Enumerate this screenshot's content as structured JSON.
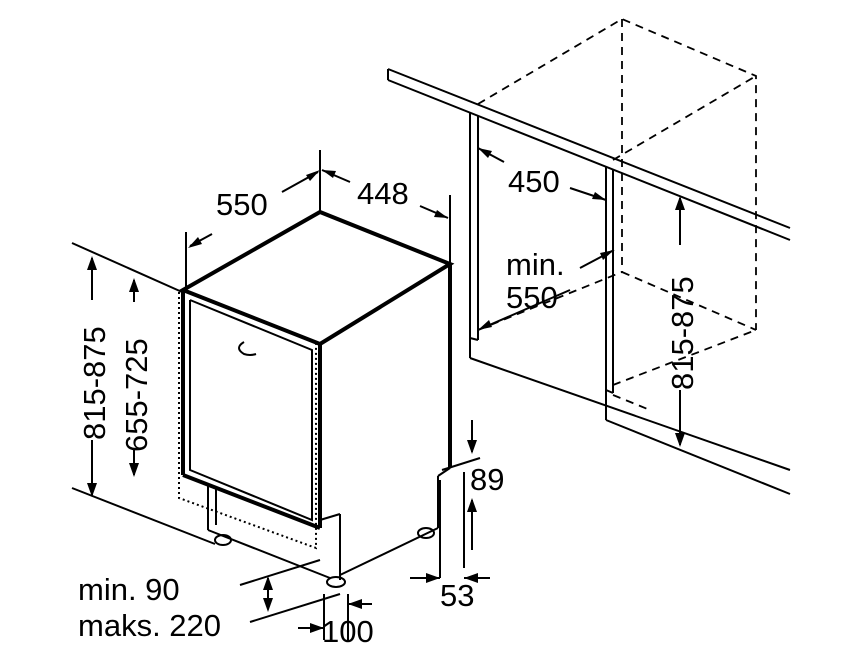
{
  "labels": {
    "depth_550": "550",
    "width_448": "448",
    "niche_width_450": "450",
    "niche_depth_min": "min.",
    "niche_depth_550": "550",
    "height_815_875_left": "815-875",
    "height_655_725": "655-725",
    "height_815_875_right": "815-875",
    "dim_89": "89",
    "dim_53": "53",
    "plinth_min": "min. 90",
    "plinth_max": "maks. 220",
    "dim_100": "100"
  }
}
